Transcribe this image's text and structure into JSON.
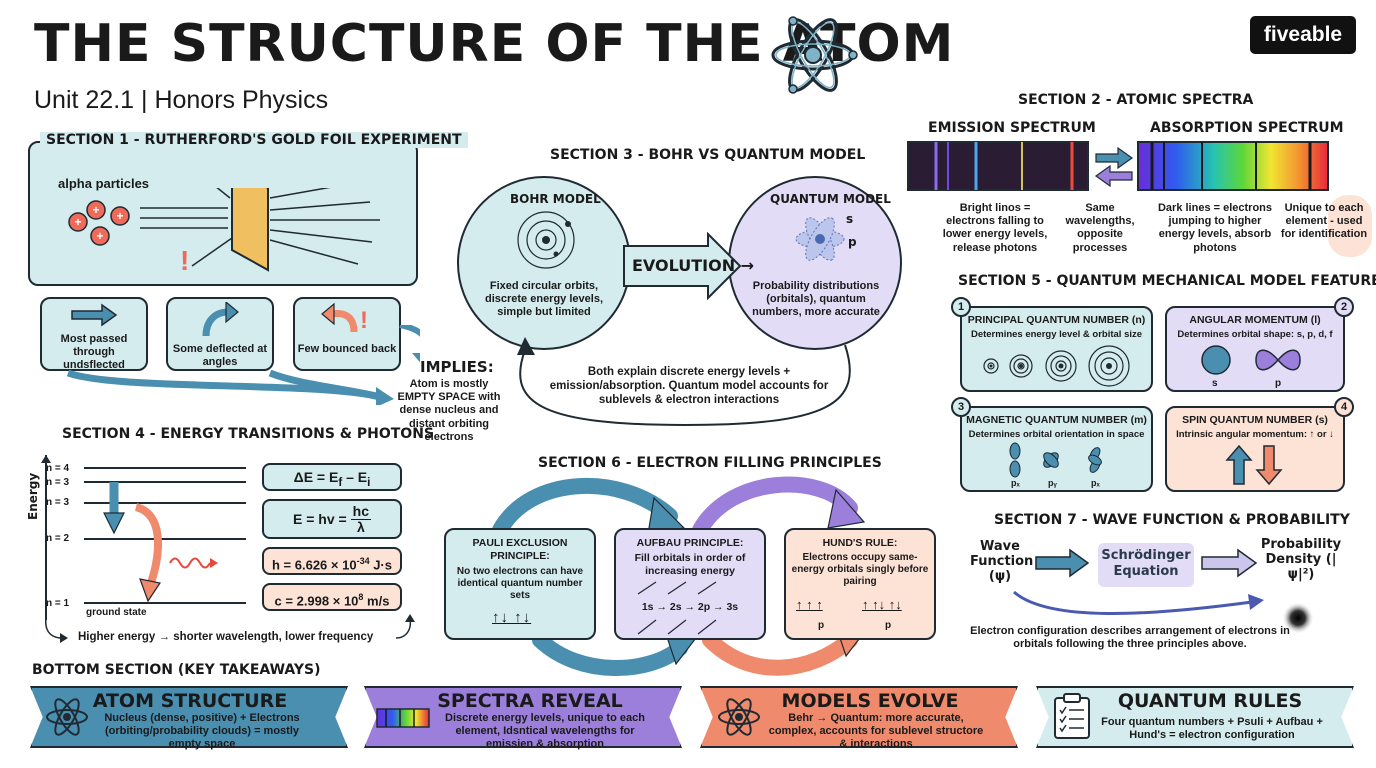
{
  "header": {
    "title": "THE STRUCTURE OF THE ATOM",
    "subtitle": "Unit 22.1 | Honors Physics",
    "logo": "fiveable"
  },
  "section1": {
    "title": "SECTION 1 - RUTHERFORD'S GOLD FOIL EXPERIMENT",
    "alpha_label": "alpha particles",
    "alert": "!",
    "outcomes": [
      "Most passed through undsflected",
      "Some deflected at angles",
      "Few bounced back"
    ],
    "implies_title": "IMPLIES:",
    "implies_text": "Atom is mostly EMPTY SPACE with dense nucleus and distant orbiting electrons"
  },
  "section2": {
    "title": "SECTION 2 - ATOMIC SPECTRA",
    "emission_label": "EMISSION SPECTRUM",
    "absorption_label": "ABSORPTION SPECTRUM",
    "notes": [
      "Bright linos = electrons falling to lower energy levels, release photons",
      "Same wavelengths, opposite processes",
      "Dark lines = electrons jumping to higher energy levels, absorb photons",
      "Unique to each element - used for identification"
    ]
  },
  "section3": {
    "title": "SECTION 3 - BOHR VS QUANTUM MODEL",
    "bohr_title": "BOHR MODEL",
    "bohr_text": "Fixed circular orbits, discrete energy levels, simple but limited",
    "quantum_title": "QUANTUM MODEL",
    "orbital_s": "s",
    "orbital_p": "p",
    "quantum_text": "Probability distributions (orbitals), quantum numbers, more accurate",
    "evolution": "EVOLUTION →",
    "both_text": "Both explain discrete energy levels + emission/absorption. Quantum model accounts for sublevels & electron interactions"
  },
  "section4": {
    "title": "SECTION 4 - ENERGY TRANSITIONS & PHOTONS",
    "axis_label": "Energy",
    "levels": [
      "n = 4",
      "n = 3",
      "n = 3",
      "n = 2",
      "n = 1"
    ],
    "ground": "ground state",
    "footer": "Higher energy → shorter wavelength, lower frequency",
    "formulas": {
      "f1_a": "ΔE = E",
      "f1_b": "f",
      "f1_c": " – E",
      "f1_d": "i",
      "f2_a": "E = hv = ",
      "f2_num": "hc",
      "f2_den": "λ",
      "f3_a": "h = 6.626 × 10",
      "f3_exp": "-34",
      "f3_b": " J·s",
      "f4_a": "c = 2.998 × 10",
      "f4_exp": "8",
      "f4_b": " m/s"
    }
  },
  "section5": {
    "title": "SECTION 5 - QUANTUM MECHANICAL MODEL FEATURES",
    "cards": [
      {
        "num": "1",
        "title": "PRINCIPAL QUANTUM NUMBER (n)",
        "desc": "Determines energy level & orbital size"
      },
      {
        "num": "2",
        "title": "ANGULAR MOMENTUM (l)",
        "desc": "Determines orbital shape: s, p, d, f",
        "lbl1": "s",
        "lbl2": "p"
      },
      {
        "num": "3",
        "title": "MAGNETIC QUANTUM NUMBER (m)",
        "desc": "Determines orbital orientation in space",
        "lbl1": "pₓ",
        "lbl2": "pᵧ",
        "lbl3": "pₓ"
      },
      {
        "num": "4",
        "title": "SPIN QUANTUM NUMBER (s)",
        "desc": "Intrinsic angular momentum: ↑ or ↓"
      }
    ]
  },
  "section6": {
    "title": "SECTION 6 - ELECTRON FILLING PRINCIPLES",
    "pauli_title": "PAULI EXCLUSION PRINCIPLE:",
    "pauli_text": "No two electrons can have identical quantum number sets",
    "pauli_arrows": "↑↓  ↑↓",
    "aufbau_title": "AUFBAU PRINCIPLE:",
    "aufbau_text": "Fill orbitals in order of increasing energy",
    "aufbau_seq": "1s → 2s → 2p → 3s",
    "hund_title": "HUND'S RULE:",
    "hund_text": "Electrons occupy same-energy orbitals singly before pairing",
    "hund_a": "↑  ↑  ↑",
    "hund_b": "↑  ↑↓ ↑↓",
    "hund_p": "p"
  },
  "section7": {
    "title": "SECTION 7 - WAVE FUNCTION & PROBABILITY",
    "wave": "Wave Function (ψ)",
    "schrodinger": "Schrödinger Equation",
    "prob": "Probability Density (|ψ|²)",
    "footer": "Electron configuration describes arrangement of electrons in orbitals following the three principles above."
  },
  "bottom": {
    "title": "BOTTOM SECTION (KEY TAKEAWAYS)",
    "banners": [
      {
        "title": "ATOM STRUCTURE",
        "text": "Nucleus (dense, positive) + Electrons (orbiting/probability clouds) = mostly empty space",
        "color": "#4a8fb0"
      },
      {
        "title": "SPECTRA REVEAL",
        "text": "Discrete energy levels, unique to each element, Idsntical wavelengths for emissien & absorption",
        "color": "#9b7fdb"
      },
      {
        "title": "MODELS EVOLVE",
        "text": "Behr → Quantum: more accurate, complex, accounts for sublevel structore & interactions",
        "color": "#f08a6c"
      },
      {
        "title": "QUANTUM RULES",
        "text": "Four quantum numbers + Psuli + Aufbau + Hund's = electron configuration",
        "color": "#d4ecee"
      }
    ]
  },
  "colors": {
    "teal": "#d4ecee",
    "lavender": "#e2dcf6",
    "peach": "#fde2d6",
    "blue_arrow": "#4a8fb0",
    "purple_arrow": "#9b7fdb",
    "salmon_arrow": "#f08a6c",
    "outline": "#1f2a33"
  },
  "icons": [
    "atom-icon",
    "gold-foil-icon",
    "clipboard-icon",
    "spectrum-icon"
  ]
}
